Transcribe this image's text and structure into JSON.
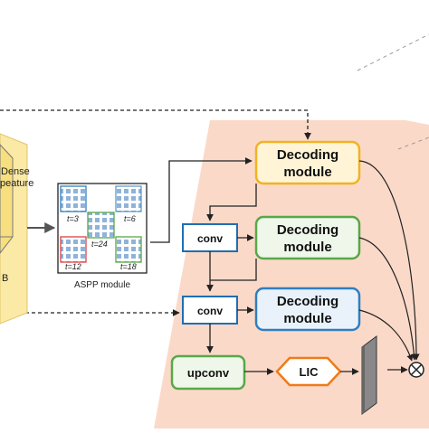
{
  "left_block": {
    "line1": "Dense",
    "line2": "peature",
    "line3": "B"
  },
  "aspp": {
    "caption": "ASPP module",
    "rates": [
      "t=3",
      "t=6",
      "t=24",
      "t=12",
      "t=18"
    ]
  },
  "decoders": [
    {
      "line1": "Decoding",
      "line2": "module"
    },
    {
      "line1": "Decoding",
      "line2": "module"
    },
    {
      "line1": "Decoding",
      "line2": "module"
    }
  ],
  "conv_labels": [
    "conv",
    "conv"
  ],
  "upconv_label": "upconv",
  "lic_label": "LIC",
  "fusion_symbol": "⊗",
  "colors": {
    "region_fill": "#fbd9c8",
    "left_block_fill": "#fbe9a6",
    "decoder_1_border": "#f0b323",
    "decoder_1_fill": "#fff4d6",
    "decoder_2_border": "#58a849",
    "decoder_2_fill": "#eef7e9",
    "decoder_3_border": "#2f7fc0",
    "decoder_3_fill": "#e9f2fb",
    "conv_border": "#1f6eb3",
    "upconv_border": "#58a849",
    "lic_border": "#f07a18"
  }
}
